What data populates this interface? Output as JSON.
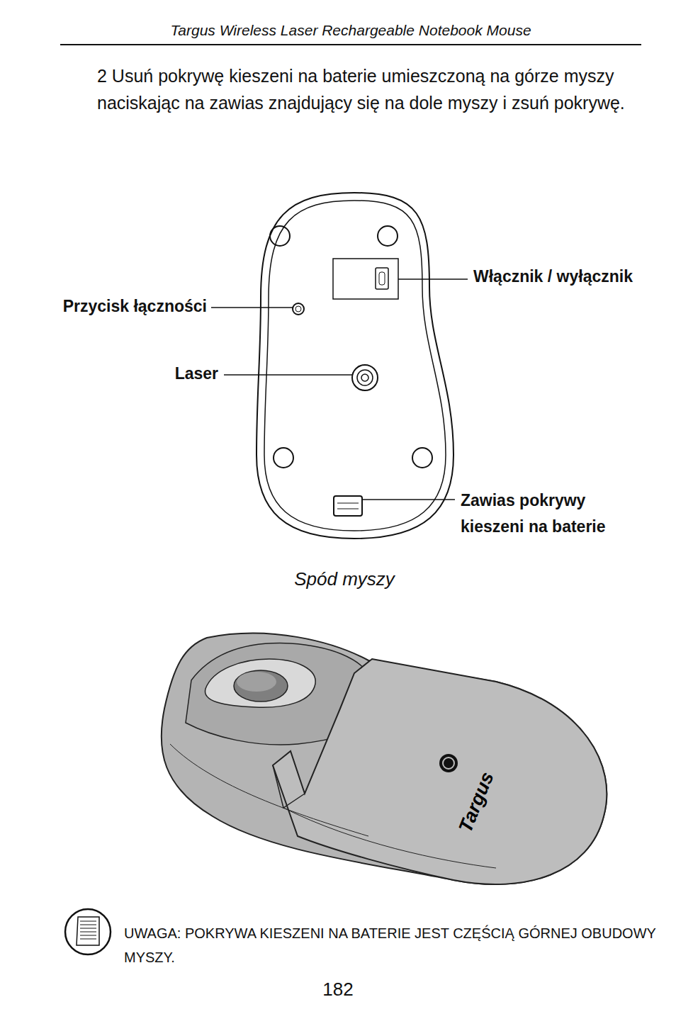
{
  "diagram": {
    "caption": "Spód myszy",
    "labels": [
      "Targus Wireless Laser Rechargeable Notebook Mouse",
      "2 Usuń pokrywę kieszeni na baterie umieszczoną na górze myszy naciskając na zawias znajdujący się na dole myszy i zsuń pokrywę.",
      "Włącznik / wyłącznik",
      "Przycisk łączności",
      "Laser",
      "Zawias pokrywy kieszeni na baterie",
      "UWAGA: POKRYWA KIESZENI NA BATERIE JEST CZĘŚCIĄ GÓRNEJ OBUDOWY MYSZY.",
      "182",
      "Targus"
    ]
  }
}
